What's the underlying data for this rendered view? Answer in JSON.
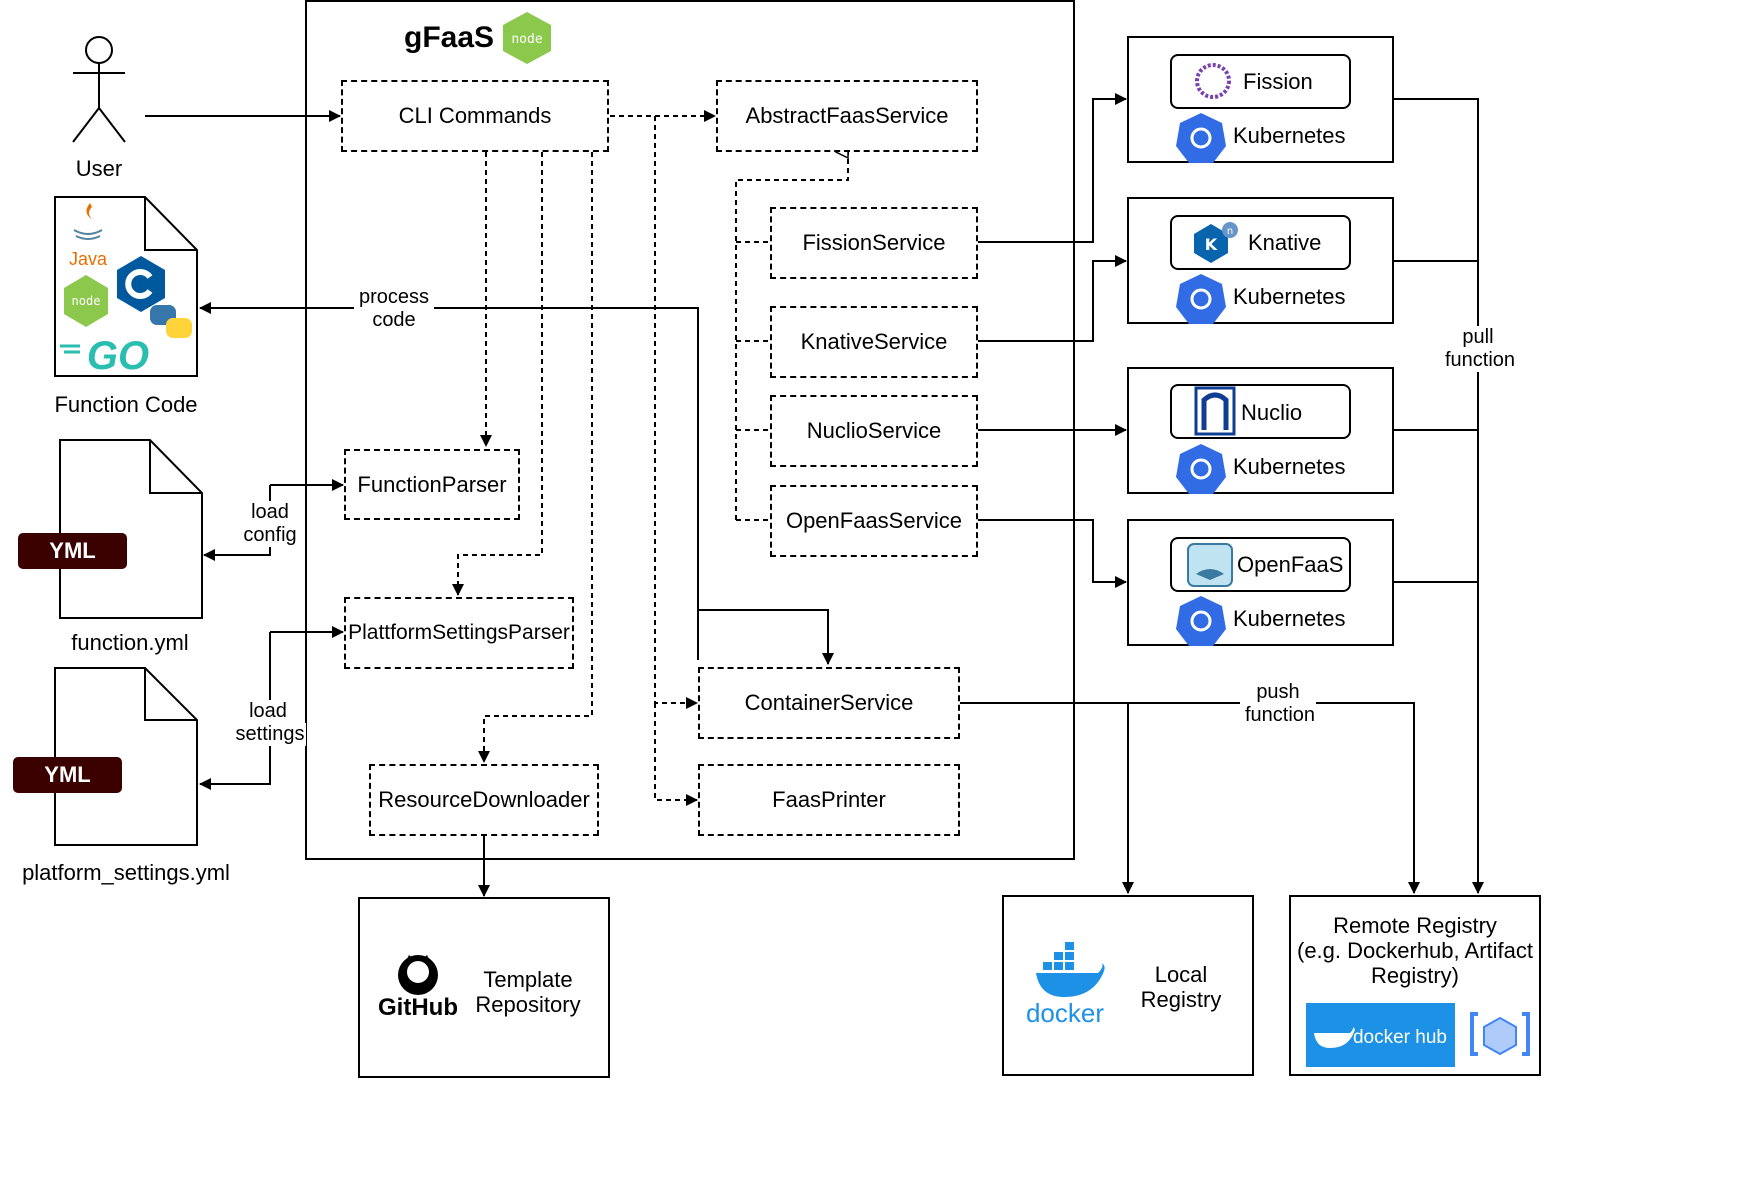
{
  "title": "gFaaS",
  "actors": {
    "user": "User"
  },
  "files": {
    "function_code": "Function Code",
    "function_yml": "function.yml",
    "platform_settings_yml": "platform_settings.yml",
    "yml_badge": "YML"
  },
  "language_logos": {
    "java": "Java",
    "go": "GO",
    "node": "node"
  },
  "components": {
    "cli": "CLI Commands",
    "abstract": "AbstractFaasService",
    "fission_service": "FissionService",
    "knative_service": "KnativeService",
    "nuclio_service": "NuclioService",
    "openfaas_service": "OpenFaasService",
    "function_parser": "FunctionParser",
    "platform_parser": "PlattformSettingsParser",
    "resource_downloader": "ResourceDownloader",
    "container_service": "ContainerService",
    "faas_printer": "FaasPrinter"
  },
  "platforms": [
    {
      "name": "Fission",
      "base": "Kubernetes"
    },
    {
      "name": "Knative",
      "base": "Kubernetes"
    },
    {
      "name": "Nuclio",
      "base": "Kubernetes"
    },
    {
      "name": "OpenFaaS",
      "base": "Kubernetes"
    }
  ],
  "edge_labels": {
    "process_code": [
      "process",
      "code"
    ],
    "load_config": [
      "load",
      "config"
    ],
    "load_settings": [
      "load",
      "settings"
    ],
    "pull_function": [
      "pull",
      "function"
    ],
    "push_function": [
      "push",
      "function"
    ]
  },
  "external": {
    "template_repo": [
      "Template",
      "Repository"
    ],
    "github": "GitHub",
    "local_registry": [
      "Local",
      "Registry"
    ],
    "docker": "docker",
    "remote_registry": [
      "Remote Registry",
      "(e.g. Dockerhub, Artifact",
      "Registry)"
    ],
    "dockerhub": "docker hub"
  },
  "colors": {
    "line": "#000000",
    "kubernetes": "#326ce5",
    "node_green": "#8cc84b",
    "yml_badge": "#3b0000",
    "docker_blue": "#1d91e6",
    "fission_purple": "#7b3fb0",
    "go_blue": "#29beb0"
  }
}
